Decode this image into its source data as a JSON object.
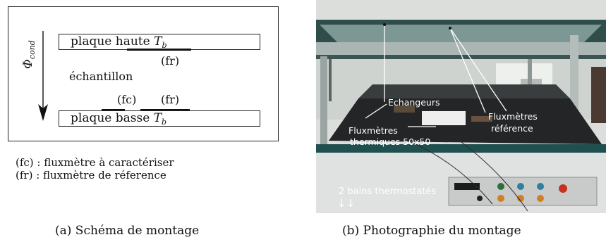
{
  "schema": {
    "plate_top": {
      "text": "plaque haute ",
      "symbol": "T",
      "subscript": "b"
    },
    "plate_bottom": {
      "text": "plaque basse ",
      "symbol": "T",
      "subscript": "b"
    },
    "label_fr_top": "(fr)",
    "label_fc": "(fc)",
    "label_fr_bottom": "(fr)",
    "label_sample": "échantillon",
    "flux": {
      "symbol": "Φ",
      "subscript": "cond"
    }
  },
  "legend": [
    "(fc) : fluxmètre à caractériser",
    "(fr) : fluxmètre de réference"
  ],
  "captions": {
    "a": "(a) Schéma de montage",
    "b": "(b) Photographie du montage"
  },
  "photo": {
    "label_echangeurs": "Echangeurs",
    "label_flux_ref_1": "Fluxmètres",
    "label_flux_ref_2": "référence",
    "label_flux_therm_1": "Fluxmètres",
    "label_flux_therm_2": "thermiques 50x50",
    "label_bains": "2 bains thermostatés",
    "label_arrows": "↓↓"
  }
}
